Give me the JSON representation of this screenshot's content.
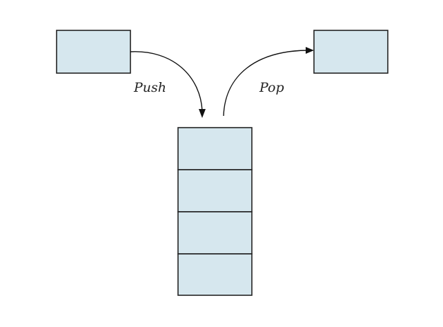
{
  "labels": {
    "push": "Push",
    "pop": "Pop"
  },
  "colors": {
    "box_fill": "#d6e7ee",
    "box_stroke": "#222222",
    "arrow": "#111111"
  },
  "stack": {
    "item_count": 4
  }
}
